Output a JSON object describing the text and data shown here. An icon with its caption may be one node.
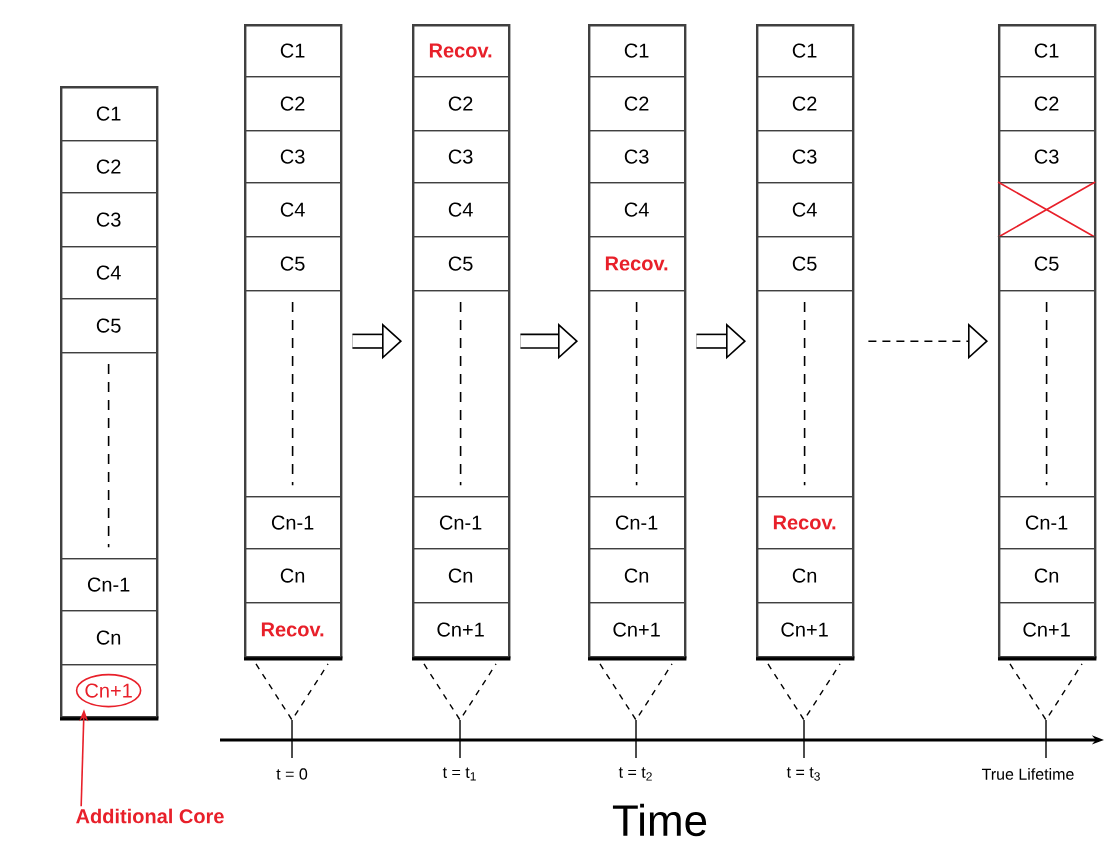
{
  "diagram": {
    "nodes": [
      {
        "text": [],
        "shape": "box"
      },
      {
        "text": [
          "C1"
        ],
        "in": 0
      },
      {
        "text": [
          "C2"
        ],
        "in": 0
      },
      {
        "text": [
          "C3"
        ],
        "in": 0
      },
      {
        "text": [
          "C4"
        ],
        "in": 0
      },
      {
        "text": [
          "C5"
        ],
        "in": 0
      },
      {
        "text": [],
        "shape": "box",
        "in": 0
      },
      {
        "text": [
          "Cn-1"
        ],
        "in": 0
      },
      {
        "text": [
          "Cn"
        ],
        "in": 0
      },
      {
        "text": [
          "Cn+1"
        ],
        "in": 0
      },
      {
        "text": [],
        "shape": "box"
      },
      {
        "text": [
          "C1"
        ],
        "in": 10
      },
      {
        "text": [
          "C2"
        ],
        "in": 10
      },
      {
        "text": [
          "C3"
        ],
        "in": 10
      },
      {
        "text": [
          "C4"
        ],
        "in": 10
      },
      {
        "text": [
          "C5"
        ],
        "in": 10
      },
      {
        "text": [],
        "shape": "box",
        "in": 10
      },
      {
        "text": [
          "Cn-1"
        ],
        "in": 10
      },
      {
        "text": [
          "Cn"
        ],
        "in": 10
      },
      {
        "text": [
          "Recov."
        ],
        "in": 10
      },
      {
        "text": [],
        "shape": "box"
      },
      {
        "text": [
          "Recov."
        ],
        "in": 20
      },
      {
        "text": [
          "C2"
        ],
        "in": 20
      },
      {
        "text": [
          "C3"
        ],
        "in": 20
      },
      {
        "text": [
          "C4"
        ],
        "in": 20
      },
      {
        "text": [
          "C5"
        ],
        "in": 20
      },
      {
        "text": [],
        "shape": "box",
        "in": 20
      },
      {
        "text": [
          "Cn-1"
        ],
        "in": 20
      },
      {
        "text": [
          "Cn"
        ],
        "in": 20
      },
      {
        "text": [
          "Cn+1"
        ],
        "in": 20
      },
      {
        "text": [],
        "shape": "box"
      },
      {
        "text": [
          "C1"
        ],
        "in": 30
      },
      {
        "text": [
          "C2"
        ],
        "in": 30
      },
      {
        "text": [
          "C3"
        ],
        "in": 30
      },
      {
        "text": [
          "C4"
        ],
        "in": 30
      },
      {
        "text": [
          "Recov."
        ],
        "in": 30
      },
      {
        "text": [],
        "shape": "box",
        "in": 30
      },
      {
        "text": [
          "Cn-1"
        ],
        "in": 30
      },
      {
        "text": [
          "Cn"
        ],
        "in": 30
      },
      {
        "text": [
          "Cn+1"
        ],
        "in": 30
      },
      {
        "text": [],
        "shape": "box"
      },
      {
        "text": [
          "C1"
        ],
        "in": 40
      },
      {
        "text": [
          "C2"
        ],
        "in": 40
      },
      {
        "text": [
          "C3"
        ],
        "in": 40
      },
      {
        "text": [
          "C4"
        ],
        "in": 40
      },
      {
        "text": [
          "C5"
        ],
        "in": 40
      },
      {
        "text": [],
        "shape": "box",
        "in": 40
      },
      {
        "text": [
          "Recov."
        ],
        "in": 40
      },
      {
        "text": [
          "Cn"
        ],
        "in": 40
      },
      {
        "text": [
          "Cn+1"
        ],
        "in": 40
      },
      {
        "text": [],
        "shape": "box"
      },
      {
        "text": [
          "C1"
        ],
        "in": 50
      },
      {
        "text": [
          "C2"
        ],
        "in": 50
      },
      {
        "text": [
          "C3"
        ],
        "in": 50
      },
      {
        "text": [],
        "shape": "box",
        "in": 50
      },
      {
        "text": [
          "C5"
        ],
        "in": 50
      },
      {
        "text": [],
        "shape": "box",
        "in": 50
      },
      {
        "text": [
          "Cn-1"
        ],
        "in": 50
      },
      {
        "text": [
          "Cn"
        ],
        "in": 50
      },
      {
        "text": [
          "Cn+1"
        ],
        "in": 50
      },
      {
        "text": [
          "Additional Core"
        ]
      }
    ],
    "edges": [
      {
        "from": 10,
        "to": 20,
        "arrow": "to"
      },
      {
        "from": 20,
        "to": 30,
        "arrow": "to"
      },
      {
        "from": 30,
        "to": 40,
        "arrow": "to"
      },
      {
        "from": 40,
        "to": 50,
        "arrow": "to",
        "style": "dashed"
      },
      {
        "from": 60,
        "to": 9,
        "arrow": "to",
        "color": "#e8202a"
      }
    ],
    "labels": [
      "t = 0",
      "t = t$_{1}$",
      "t = t$_{2}$",
      "t = t$_{3}$",
      "True Lifetime",
      "Time"
    ]
  }
}
